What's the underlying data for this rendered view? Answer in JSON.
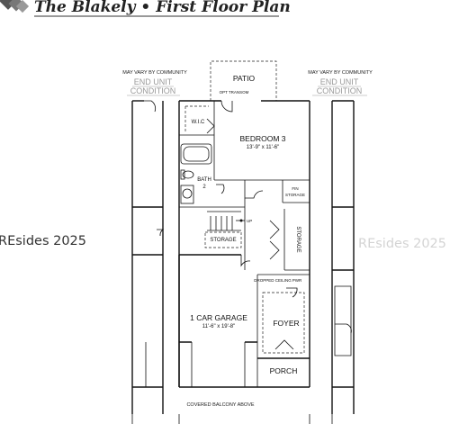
{
  "header": {
    "title": "The Blakely • First Floor Plan",
    "accent_color": "#4a4a4a"
  },
  "notes": {
    "left_may_vary": "MAY VARY BY COMMUNITY",
    "left_end_unit": "END UNIT",
    "left_condition": "CONDITION",
    "right_may_vary": "MAY VARY BY COMMUNITY",
    "right_end_unit": "END UNIT",
    "right_condition": "CONDITION",
    "covered_balcony": "COVERED BALCONY ABOVE",
    "dropped_ceiling": "DROPPED CEILING",
    "opt_transom": "OPT TRANSOM",
    "up": "UP",
    "pwr": "PWR"
  },
  "rooms": {
    "patio": "PATIO",
    "bedroom": "BEDROOM 3",
    "bedroom_dim": "13'-9\" x 11'-6\"",
    "wic": "W.I.C",
    "bath": "BATH",
    "bath_num": "2",
    "fin_storage_1": "FIN",
    "fin_storage_2": "STORAGE",
    "storage_vertical": "STORAGE",
    "storage_under": "STORAGE",
    "garage": "1 CAR GARAGE",
    "garage_dim": "11'-6\" x 19'-8\"",
    "foyer": "FOYER",
    "porch": "PORCH"
  },
  "watermark": {
    "left": "REsides 2025",
    "right": "REsides 2025"
  }
}
